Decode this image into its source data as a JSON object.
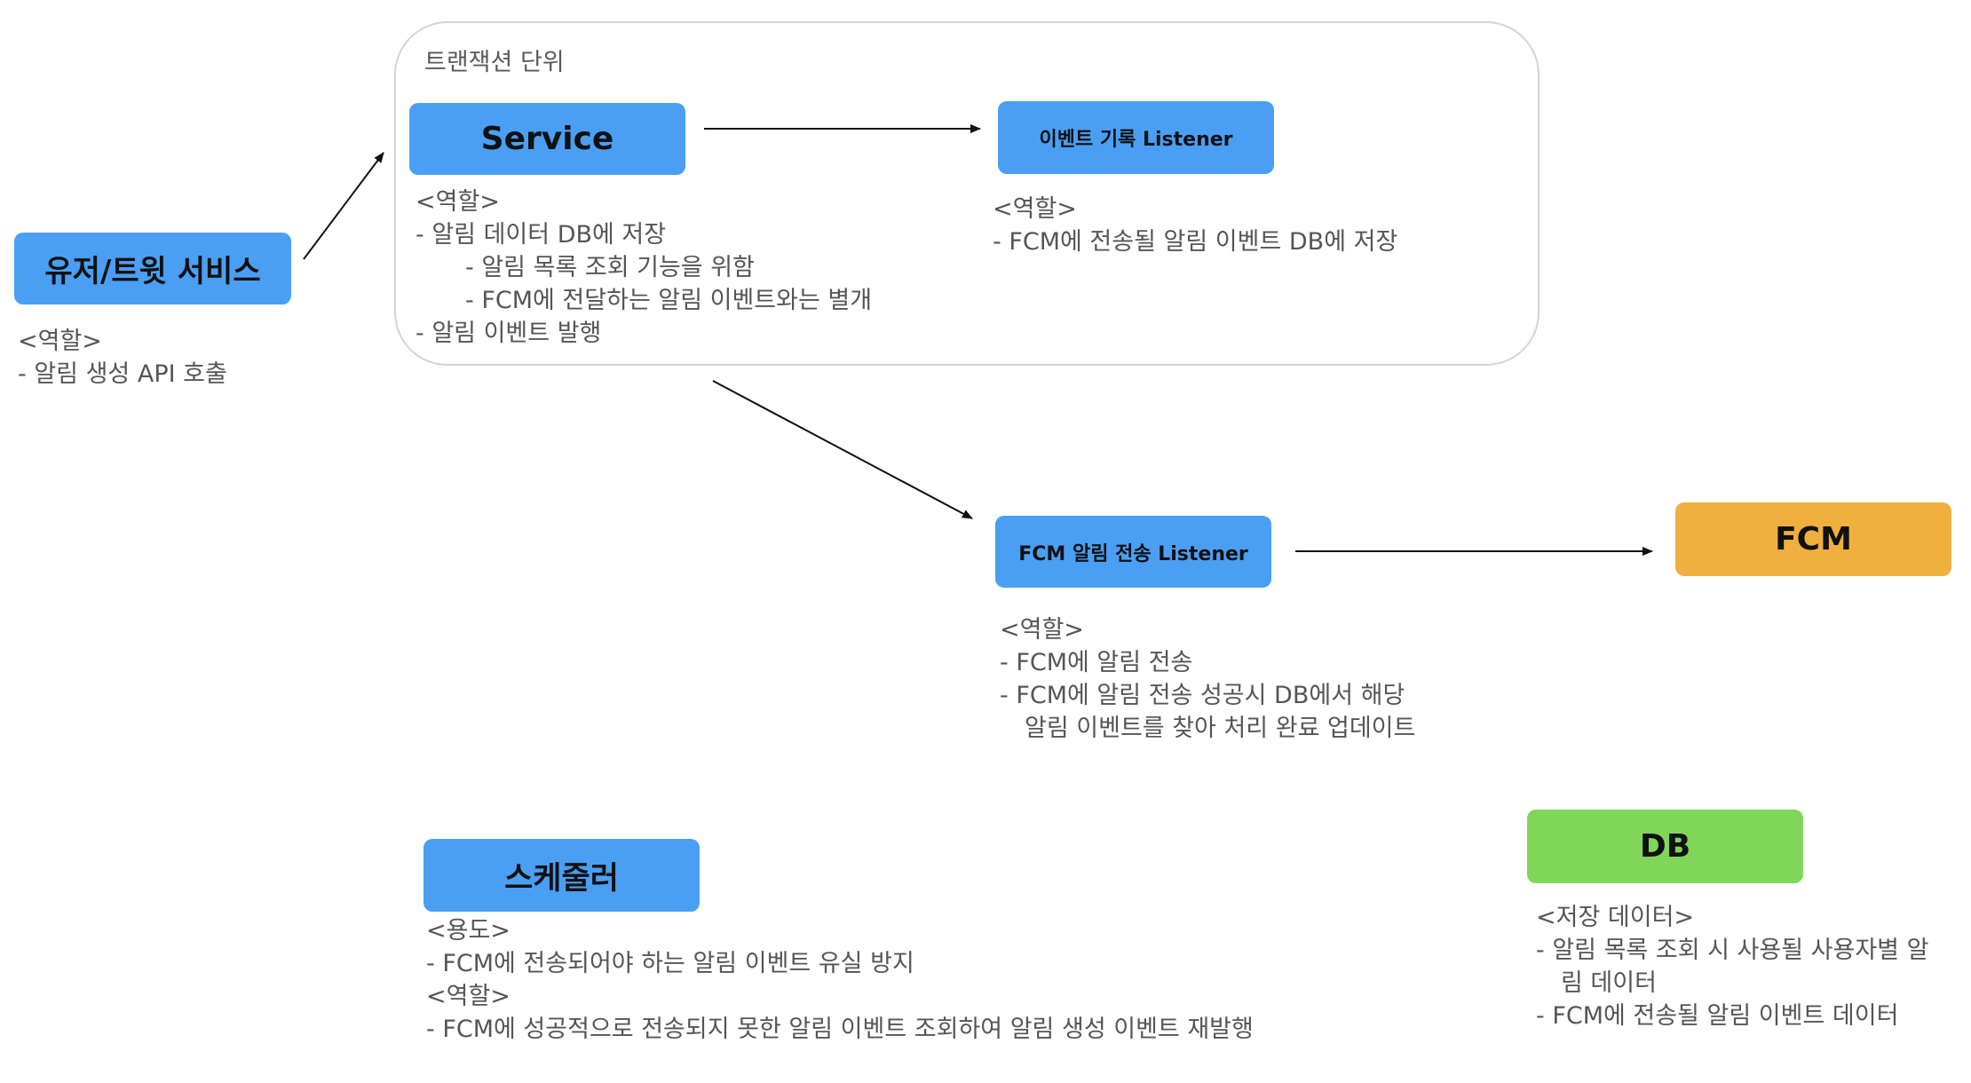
{
  "transaction": {
    "label": "트랜잭션 단위"
  },
  "nodes": {
    "user": {
      "label": "유저/트윗 서비스",
      "color": "#4a9ff5"
    },
    "service": {
      "label": "Service",
      "color": "#4a9ff5"
    },
    "record": {
      "label": "이벤트 기록 Listener",
      "color": "#4a9ff5"
    },
    "fcm_listener": {
      "label": "FCM 알림 전송 Listener",
      "color": "#4a9ff5"
    },
    "fcm": {
      "label": "FCM",
      "color": "#f0b03e"
    },
    "scheduler": {
      "label": "스케줄러",
      "color": "#4a9ff5"
    },
    "db": {
      "label": "DB",
      "color": "#7fd659"
    }
  },
  "descriptions": {
    "user": {
      "heading": "<역할>",
      "lines": [
        "-  알림 생성 API 호출"
      ]
    },
    "service": {
      "heading": "<역할>",
      "lines": [
        "-  알림 데이터 DB에 저장",
        "-  알림 목록 조회 기능을 위함",
        "-  FCM에 전달하는 알림 이벤트와는 별개",
        "-  알림 이벤트 발행"
      ]
    },
    "record": {
      "heading": "<역할>",
      "lines": [
        "-  FCM에 전송될 알림 이벤트 DB에 저장"
      ]
    },
    "fcm_listener": {
      "heading": "<역할>",
      "lines": [
        "-  FCM에 알림 전송",
        "-  FCM에 알림 전송 성공시 DB에서 해당",
        "알림 이벤트를 찾아 처리 완료 업데이트"
      ]
    },
    "scheduler": {
      "heading1": "<용도>",
      "line1": "- FCM에 전송되어야 하는 알림 이벤트 유실 방지",
      "heading2": "<역할>",
      "line2": "-  FCM에 성공적으로 전송되지 못한 알림 이벤트 조회하여 알림 생성 이벤트 재발행"
    },
    "db": {
      "heading": "<저장 데이터>",
      "lines": [
        "-  알림 목록 조회 시 사용될 사용자별 알",
        "림 데이터",
        "-  FCM에 전송될 알림 이벤트 데이터"
      ]
    }
  }
}
